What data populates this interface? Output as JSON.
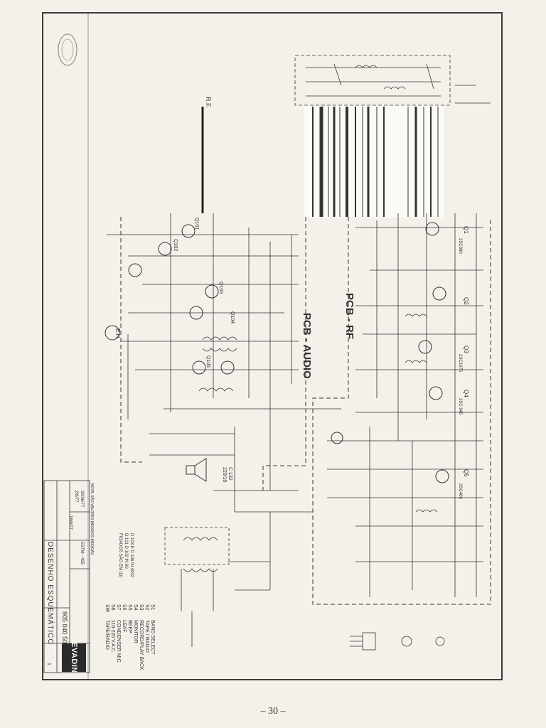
{
  "page": {
    "page_number": "– 30 –"
  },
  "title_block": {
    "title": "DESENHO ESQUEMÁTICO",
    "drawing_number": "905 040 50",
    "brand": "EVADIN",
    "model": "ESTM - 405",
    "sheet": "1",
    "notes_header": "NOTA: SÃO VALORES MEDIDOS MEDIDAS",
    "notes": [
      "D 103 E D 106 IN 4002",
      "D 101 D 102 IN 60",
      "FIGADOS SÃO EM (Ω)"
    ],
    "dates": [
      "2/6/77",
      "20/06/77",
      "16/6/77"
    ]
  },
  "labels": {
    "pcb_audio": "PCB - AUDIO",
    "pcb_rf": "PCB - RF",
    "rf_out": "R.F.",
    "earphone": "E.H.",
    "speaker_cap": "C 132",
    "speaker_cap_value": "220/10",
    "transistors_audio": [
      "Q101",
      "Q102",
      "Q103",
      "Q104",
      "Q105"
    ],
    "transistors_rf": [
      "Q1",
      "Q2",
      "Q3",
      "Q4",
      "Q5"
    ],
    "part_codes_rf": [
      "2SC380",
      "2SC1675",
      "2SC 945",
      "2SC460"
    ]
  },
  "switch_legend": [
    {
      "code": "S1",
      "desc": "BAND SELECT"
    },
    {
      "code": "S2",
      "desc": "TAPE / RADIO"
    },
    {
      "code": "S3",
      "desc": "RECORD/PLAY BACK"
    },
    {
      "code": "S4",
      "desc": "MONITOR"
    },
    {
      "code": "S5",
      "desc": "BEEP"
    },
    {
      "code": "S6",
      "desc": "LEAF"
    },
    {
      "code": "S7",
      "desc": "CONDENSER MIC"
    },
    {
      "code": "S8",
      "desc": "110-220 V.A.C."
    },
    {
      "code": "SW",
      "desc": "TAPE/RADIO"
    }
  ],
  "colors": {
    "paper": "#f4f1ea",
    "ink": "#2b2b2b",
    "frame": "#3a3a3a"
  }
}
